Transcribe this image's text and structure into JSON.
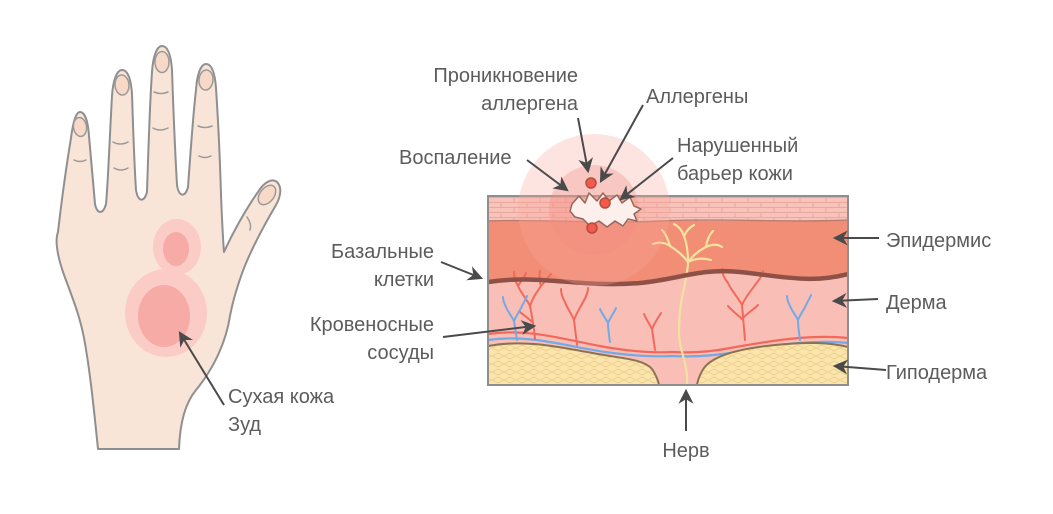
{
  "hand": {
    "dry_skin": {
      "line1": "Сухая кожа",
      "line2": "Зуд"
    }
  },
  "skin": {
    "annotations": {
      "penetration": {
        "line1": "Проникновение",
        "line2": "аллергена"
      },
      "allergens": {
        "label": "Аллергены"
      },
      "inflammation": {
        "label": "Воспаление"
      },
      "broken_barrier": {
        "line1": "Нарушенный",
        "line2": "барьер кожи"
      },
      "basal_cells": {
        "line1": "Базальные",
        "line2": "клетки"
      },
      "blood_vessels": {
        "line1": "Кровеносные",
        "line2": "сосуды"
      },
      "epidermis": {
        "label": "Эпидермис"
      },
      "dermis": {
        "label": "Дерма"
      },
      "hypodermis": {
        "label": "Гиподерма"
      },
      "nerve": {
        "label": "Нерв"
      }
    },
    "colors": {
      "stratum_corneum": "#F9C3BB",
      "epidermis": "#F28E76",
      "basal_line": "#8E5147",
      "dermis": "#F9BFB7",
      "hypodermis": "#FAE5AF",
      "red_vessel": "#F2695C",
      "blue_vessel": "#72AAE8",
      "nerve_fiber": "#F2E2A0",
      "allergen_dot": "#F15B4B",
      "inflammation_glow": "#F6A096",
      "hand_skin": "#F9E4D8",
      "irritation_outer": "#FBCCC6",
      "irritation_inner": "#F7ABA7",
      "label_text": "#5C5C5C",
      "arrow": "#4A4A4A"
    }
  }
}
